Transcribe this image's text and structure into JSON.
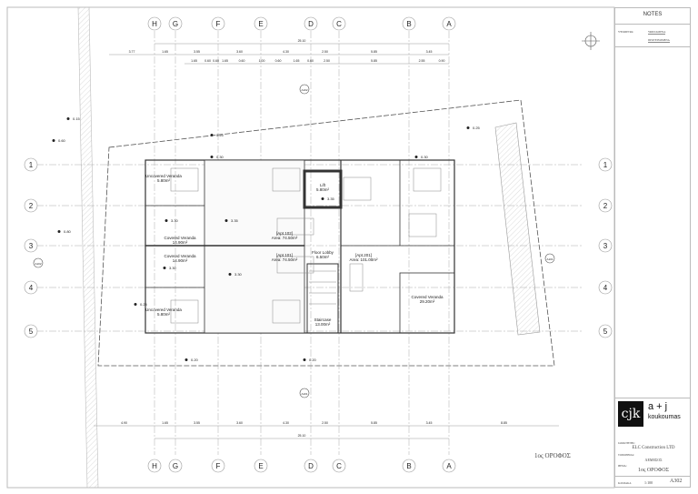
{
  "sheet": {
    "notes_title": "NOTES",
    "legend_label": "ΥΨΟΜΕΤΡΑ:",
    "legend_items": [
      "ΥΦΙΣΤΑΜΕΝΑ",
      "ΠΡΟΤΕΙΝΟΜΕΝΑ"
    ],
    "logo_mark": "cjk",
    "logo_text": "a + j",
    "logo_sub": "koukoumas",
    "client_label": "ΙΔΙΟΚΤΗΤΗΣ:",
    "client": "ELC Construction LTD",
    "location_label": "ΤΟΠΟΘΕΣΙΑ:",
    "location": "ΛΕΜΕΣΟΣ",
    "title_label": "ΘΕΜΑ:",
    "title": "1ος ΟΡΟΦΟΣ",
    "scale_label": "ΚΛΙΜΑΚΑ",
    "scale": "1:100",
    "drawing_no": "A302",
    "floor_label": "1ος ΟΡΟΦΟΣ"
  },
  "grid": {
    "columns": [
      "H",
      "G",
      "F",
      "E",
      "D",
      "C",
      "B",
      "A"
    ],
    "rows": [
      "1",
      "2",
      "3",
      "4",
      "5"
    ],
    "total_dim": "25.10",
    "top_dims": [
      "3.77",
      "1.65",
      "3.55",
      "3.60",
      "4.30",
      "2.50",
      "5.85",
      "3.45"
    ],
    "top_sub_dims": [
      "1.65",
      "0.60",
      "0.60",
      "1.65",
      "0.60",
      "1.00",
      "0.60",
      "1.65",
      "0.60",
      "2.50",
      "5.85",
      "2.55",
      "0.90"
    ],
    "bottom_dims": [
      "4.90",
      "1.65",
      "3.55",
      "3.60",
      "4.30",
      "2.50",
      "5.85",
      "3.45",
      "8.85"
    ]
  },
  "rooms": [
    {
      "name": "Uncovered Veranda",
      "area": "5.80m²"
    },
    {
      "name": "Covered Veranda",
      "area": "14.90m²"
    },
    {
      "name": "Covered Veranda",
      "area": "14.90m²"
    },
    {
      "name": "Uncovered Veranda",
      "area": "5.80m²"
    },
    {
      "name": "[Apt.102]",
      "area": "Area: 74.50m²"
    },
    {
      "name": "[Apt.101]",
      "area": "Area: 74.50m²"
    },
    {
      "name": "Lift",
      "area": "5.80m²"
    },
    {
      "name": "Floor Lobby",
      "area": "6.50m²"
    },
    {
      "name": "[Apt.201]",
      "area": "Area: 101.00m²"
    },
    {
      "name": "Staircase",
      "area": "13.00m²"
    },
    {
      "name": "Covered Veranda",
      "area": "29.20m²"
    }
  ],
  "levels": [
    "0.25",
    "0.30",
    "0.30",
    "3.30",
    "3.35",
    "3.35",
    "3.30",
    "3.30",
    "0.20",
    "0.20",
    "0.25",
    "0.15",
    "0.60",
    "0.80",
    "0.25"
  ],
  "section_marks": [
    "A102",
    "A102",
    "A101",
    "A101"
  ]
}
